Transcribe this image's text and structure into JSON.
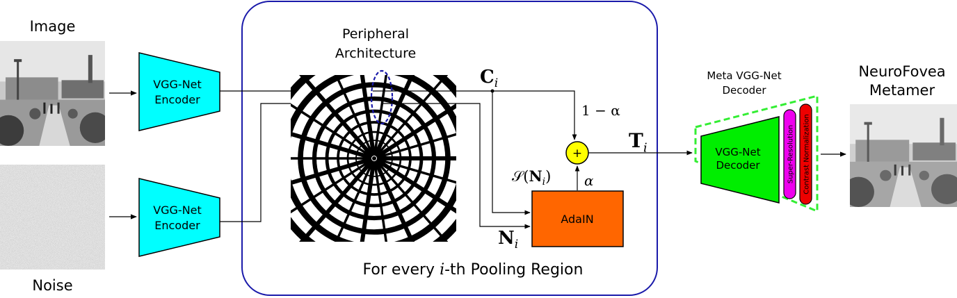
{
  "inputs": {
    "image_label": "Image",
    "noise_label": "Noise"
  },
  "encoders": {
    "top_line1": "VGG-Net",
    "top_line2": "Encoder",
    "bottom_line1": "VGG-Net",
    "bottom_line2": "Encoder",
    "fill_color": "#00ffff"
  },
  "panel": {
    "title_line1": "Peripheral",
    "title_line2": "Architecture",
    "caption_prefix": "For every ",
    "caption_var": "i",
    "caption_suffix": "-th Pooling Region",
    "border_color": "#1a1aaa"
  },
  "math": {
    "c_main": "C",
    "c_sub": "i",
    "one_minus_alpha": "1 − α",
    "t_main": "T",
    "t_sub": "i",
    "s_prefix": "𝒮(",
    "s_n": "N",
    "s_sub": "i",
    "s_suffix": ")",
    "alpha": "α",
    "n_main": "N",
    "n_sub": "i",
    "plus": "+"
  },
  "adain": {
    "label": "AdaIN",
    "fill_color": "#ff6600"
  },
  "decoder": {
    "meta_line1": "Meta VGG-Net",
    "meta_line2": "Decoder",
    "inner_line1": "VGG-Net",
    "inner_line2": "Decoder",
    "pill1": "Super-Resolution",
    "pill2": "Contrast Normalization",
    "fill_color": "#00ee00",
    "border_color": "#33ee33",
    "pill1_color": "#ee00ee",
    "pill2_color": "#ee0000"
  },
  "output": {
    "title_line1": "NeuroFovea",
    "title_line2": "Metamer"
  }
}
